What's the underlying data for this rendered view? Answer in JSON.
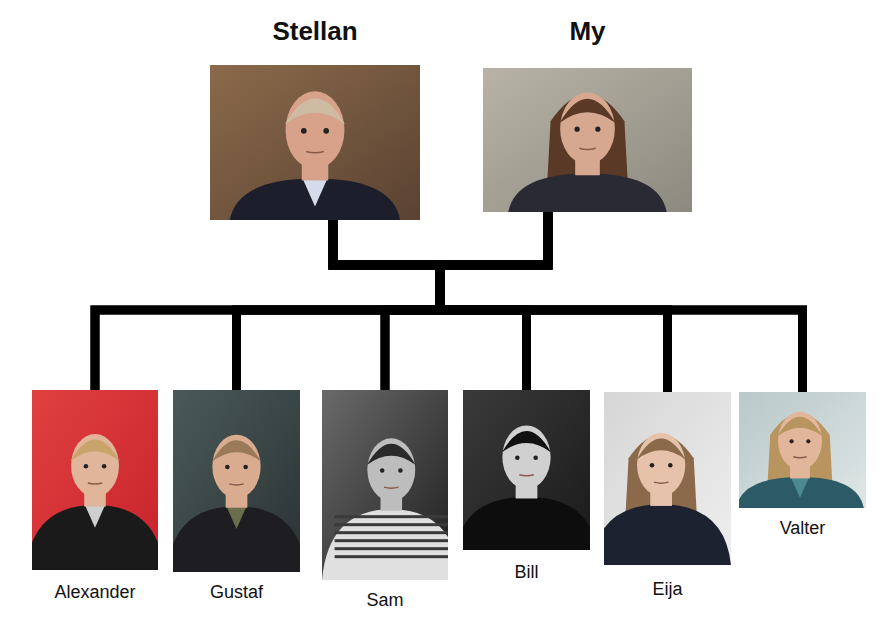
{
  "diagram": {
    "nodes": [
      {
        "text": [
          "Stellan"
        ]
      },
      {
        "text": [
          "My"
        ]
      },
      {
        "text": [
          "Alexander"
        ]
      },
      {
        "text": [
          "Gustaf"
        ]
      },
      {
        "text": [
          "Sam"
        ]
      },
      {
        "text": [
          "Bill"
        ]
      },
      {
        "text": [
          "Eija"
        ]
      },
      {
        "text": [
          "Valter"
        ]
      }
    ],
    "edges": [
      {
        "from": 0,
        "to": 2,
        "arrow": "none"
      },
      {
        "from": 0,
        "to": 3,
        "arrow": "none"
      },
      {
        "from": 0,
        "to": 4,
        "arrow": "none"
      },
      {
        "from": 0,
        "to": 5,
        "arrow": "none"
      },
      {
        "from": 0,
        "to": 6,
        "arrow": "none"
      },
      {
        "from": 0,
        "to": 7,
        "arrow": "none"
      },
      {
        "from": 1,
        "to": 2,
        "arrow": "none"
      },
      {
        "from": 1,
        "to": 3,
        "arrow": "none"
      },
      {
        "from": 1,
        "to": 4,
        "arrow": "none"
      },
      {
        "from": 1,
        "to": 5,
        "arrow": "none"
      },
      {
        "from": 1,
        "to": 6,
        "arrow": "none"
      },
      {
        "from": 1,
        "to": 7,
        "arrow": "none"
      }
    ]
  }
}
